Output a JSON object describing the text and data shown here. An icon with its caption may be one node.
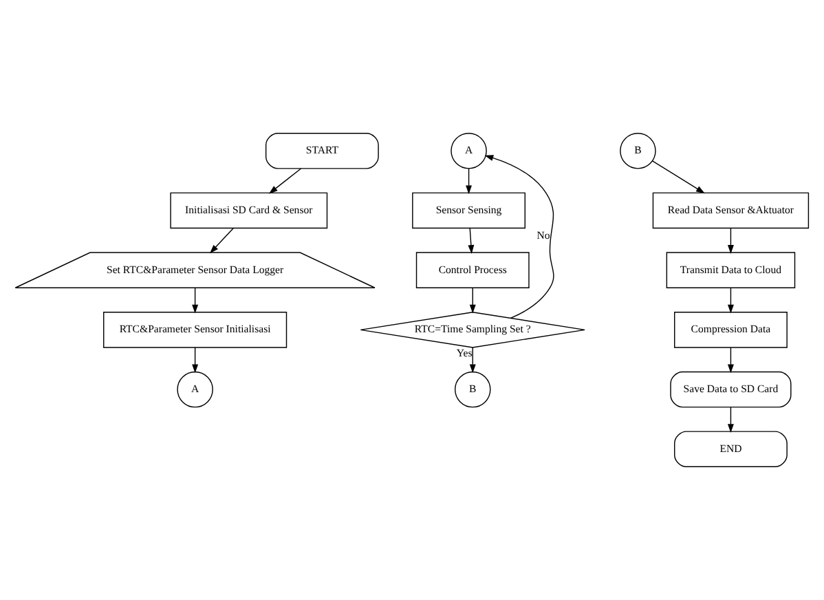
{
  "diagram": {
    "nodes": [
      {
        "text": [
          "START"
        ]
      },
      {
        "text": [
          "Initialisasi SD Card & Sensor"
        ]
      },
      {
        "text": [
          "Set RTC&Parameter Sensor Data Logger"
        ]
      },
      {
        "text": [
          "RTC&Parameter Sensor Initialisasi"
        ]
      },
      {
        "text": [
          "A"
        ]
      },
      {
        "text": [
          "A"
        ]
      },
      {
        "text": [
          "Sensor Sensing"
        ]
      },
      {
        "text": [
          "Control Process"
        ]
      },
      {
        "text": [
          "RTC=Time Sampling Set ?"
        ]
      },
      {
        "text": [
          "B"
        ]
      },
      {
        "text": [
          "B"
        ]
      },
      {
        "text": [
          "Read Data Sensor &Aktuator"
        ]
      },
      {
        "text": [
          "Transmit Data to Cloud"
        ]
      },
      {
        "text": [
          "Compression Data"
        ]
      },
      {
        "text": [
          "Save Data to SD Card"
        ]
      },
      {
        "text": [
          "END"
        ]
      }
    ],
    "edges": [
      {
        "from": 0,
        "to": 1,
        "arrow": "to"
      },
      {
        "from": 1,
        "to": 2,
        "arrow": "to"
      },
      {
        "from": 2,
        "to": 3,
        "arrow": "to"
      },
      {
        "from": 3,
        "to": 4,
        "arrow": "to"
      },
      {
        "from": 5,
        "to": 6,
        "arrow": "to"
      },
      {
        "from": 6,
        "to": 7,
        "arrow": "to"
      },
      {
        "from": 7,
        "to": 8,
        "arrow": "to"
      },
      {
        "from": 8,
        "to": 5,
        "arrow": "to",
        "label": "No"
      },
      {
        "from": 8,
        "to": 9,
        "arrow": "to",
        "label": "Yes"
      },
      {
        "from": 10,
        "to": 11,
        "arrow": "to"
      },
      {
        "from": 11,
        "to": 12,
        "arrow": "to"
      },
      {
        "from": 12,
        "to": 13,
        "arrow": "to"
      },
      {
        "from": 13,
        "to": 14,
        "arrow": "to"
      },
      {
        "from": 14,
        "to": 15,
        "arrow": "to"
      }
    ]
  }
}
